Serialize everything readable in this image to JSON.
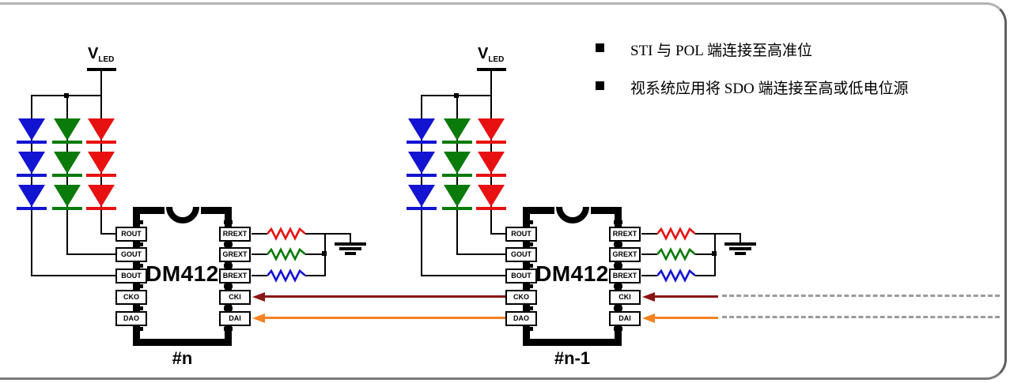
{
  "notes": {
    "items": [
      {
        "text": "STI 与 POL 端连接至高准位"
      },
      {
        "text": "视系统应用将 SDO 端连接至高或低电位源"
      }
    ]
  },
  "units": [
    {
      "chip_name": "DM412",
      "unit_id": "#n",
      "supply_label": "V",
      "supply_sub": "LED",
      "pins_left": [
        "ROUT",
        "GOUT",
        "BOUT",
        "CKO",
        "DAO"
      ],
      "pins_right": [
        "RREXT",
        "GREXT",
        "BREXT",
        "CKI",
        "DAI"
      ]
    },
    {
      "chip_name": "DM412",
      "unit_id": "#n-1",
      "supply_label": "V",
      "supply_sub": "LED",
      "pins_left": [
        "ROUT",
        "GOUT",
        "BOUT",
        "CKO",
        "DAO"
      ],
      "pins_right": [
        "RREXT",
        "GREXT",
        "BREXT",
        "CKI",
        "DAI"
      ]
    }
  ],
  "colors": {
    "led_red": "#E81111",
    "led_green": "#0A7A0A",
    "led_blue": "#1313D2",
    "clock_line": "#8B1414",
    "data_line": "#F58220",
    "dashed_bus": "#9A9A9A",
    "wire": "#000000"
  }
}
